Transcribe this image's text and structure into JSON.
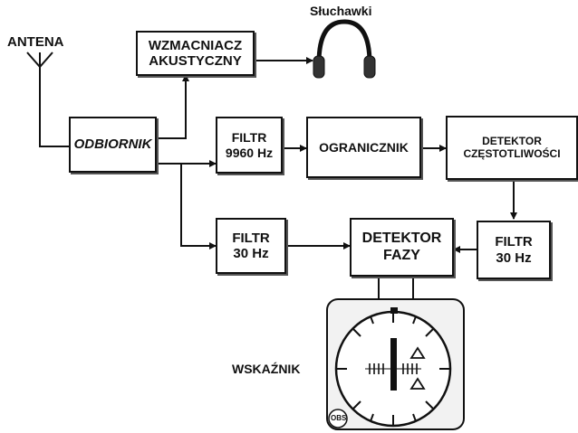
{
  "labels": {
    "antenna": "ANTENA",
    "headphones": "Słuchawki",
    "indicator": "WSKAŹNIK",
    "obs_knob": "OBS"
  },
  "blocks": {
    "receiver": "ODBIORNIK",
    "audio_amp": "WZMACNIACZ\nAKUSTYCZNY",
    "filter_9960": "FILTR\n9960 Hz",
    "limiter": "OGRANICZNIK",
    "freq_detector": "DETEKTOR\nCZĘSTOTLIWOŚCI",
    "filter_30_left": "FILTR\n30 Hz",
    "phase_detector": "DETEKTOR\nFAZY",
    "filter_30_right": "FILTR\n30 Hz"
  },
  "colors": {
    "line": "#111111",
    "box_shadow": "#555555",
    "background": "#ffffff"
  },
  "icons": {
    "antenna": "antenna-icon",
    "headphones": "headphones-icon",
    "indicator": "vor-indicator-icon"
  }
}
